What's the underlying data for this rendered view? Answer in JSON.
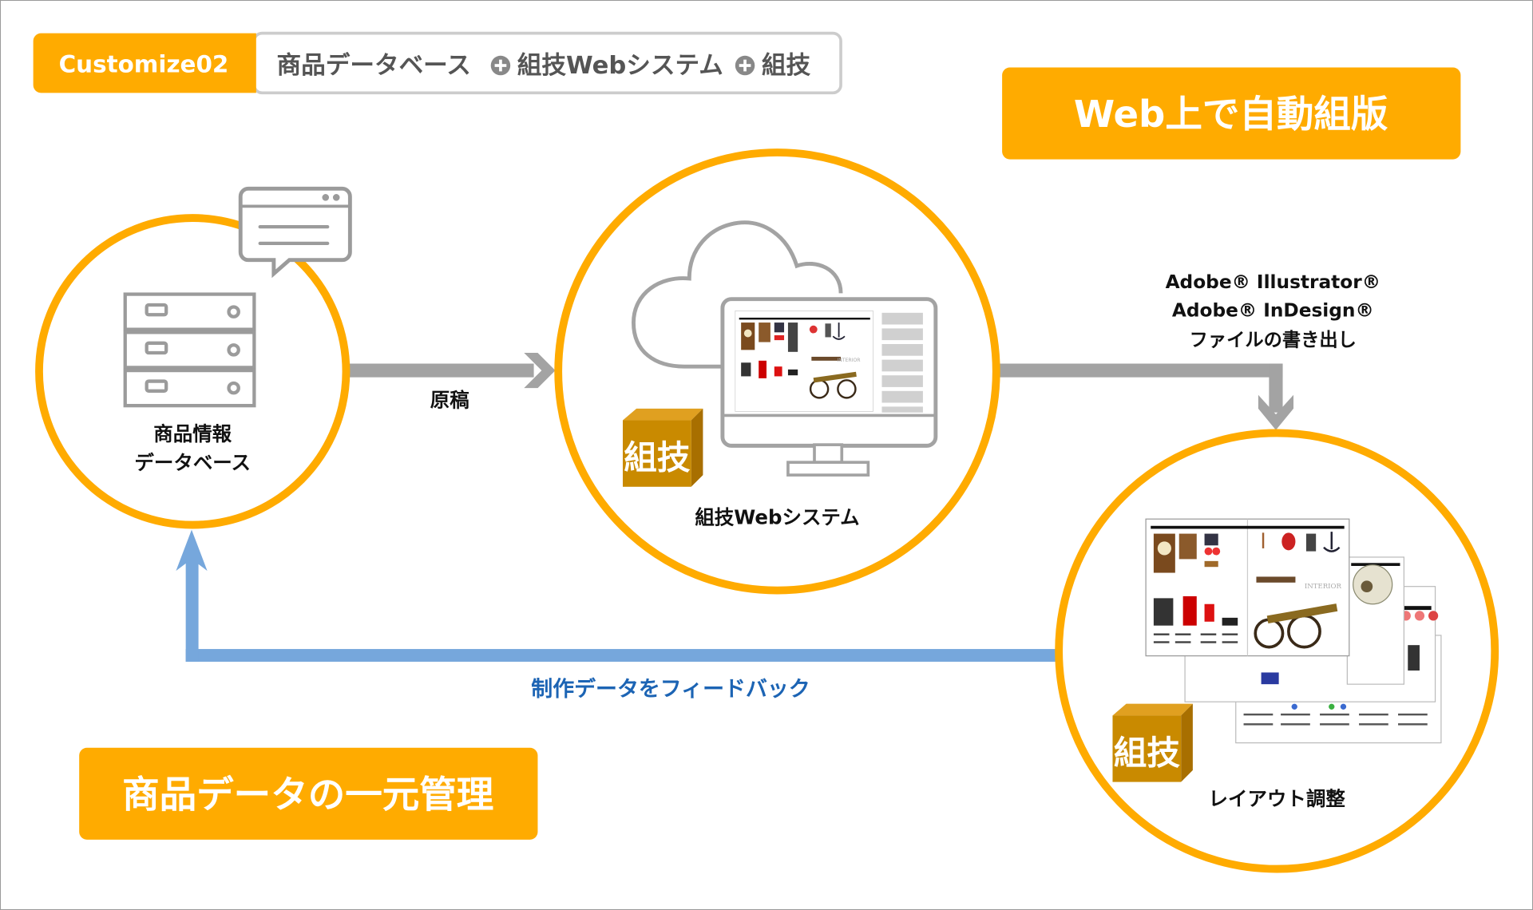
{
  "header": {
    "tag": "Customize02",
    "items": [
      "商品データベース",
      "組技Webシステム",
      "組技"
    ],
    "separator_icon": "plus-circle-icon"
  },
  "callouts": {
    "auto_typesetting": "Web上で自動組版",
    "centralized_management": "商品データの一元管理"
  },
  "nodes": {
    "database": {
      "line1": "商品情報",
      "line2": "データベース",
      "icon": "server-rack-icon",
      "badge_icon": "browser-window-speech-bubble-icon"
    },
    "web_system": {
      "label": "組技Webシステム",
      "icon": "cloud-monitor-icon"
    },
    "layout": {
      "label": "レイアウト調整",
      "icon": "catalog-pages-icon"
    }
  },
  "cube_logo": {
    "char1": "組",
    "char2": "技"
  },
  "arrows": {
    "manuscript": "原稿",
    "export": {
      "line1": "Adobe® Illustrator®",
      "line2": "Adobe® InDesign®",
      "line3": "ファイルの書き出し"
    },
    "feedback": "制作データをフィードバック"
  },
  "screen_preview": {
    "section_title": "INTERIOR"
  },
  "colors": {
    "accent_orange": "#ffab00",
    "arrow_gray": "#a3a3a3",
    "feedback_blue": "#76a7dc",
    "feedback_text": "#1c64b4",
    "icon_gray": "#9b9b9b",
    "cube_gold": "#c98a00"
  }
}
